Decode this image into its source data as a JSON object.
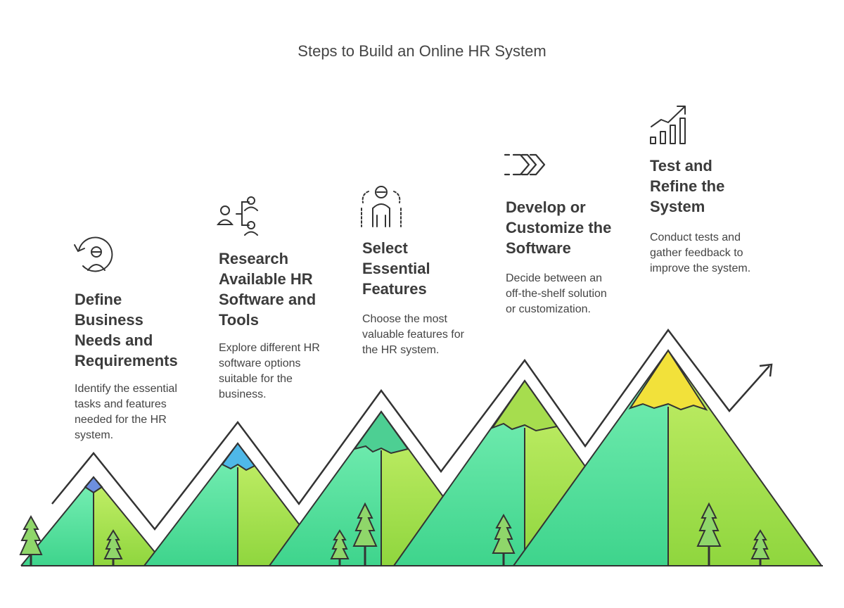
{
  "title": "Steps to Build an Online HR System",
  "steps": [
    {
      "title": "Define\nBusiness\nNeeds and\nRequirements",
      "description": "Identify the essential\ntasks and features\nneeded for the HR\nsystem.",
      "icon": "person-refresh-icon",
      "peak_color": "#6d8fe0"
    },
    {
      "title": "Research\nAvailable HR\nSoftware and\nTools",
      "description": "Explore different HR\nsoftware options\nsuitable for the\nbusiness.",
      "icon": "org-chart-icon",
      "peak_color": "#4fb8e8"
    },
    {
      "title": "Select\nEssential\nFeatures",
      "description": "Choose the most\nvaluable features for\nthe HR system.",
      "icon": "person-selection-icon",
      "peak_color": "#4dcf93"
    },
    {
      "title": "Develop or\nCustomize the\nSoftware",
      "description": "Decide between an\noff-the-shelf solution\nor customization.",
      "icon": "forward-arrows-icon",
      "peak_color": "#a6dd4e"
    },
    {
      "title": "Test and\nRefine the\nSystem",
      "description": "Conduct tests and\ngather feedback to\nimprove the system.",
      "icon": "growth-chart-icon",
      "peak_color": "#f2e13a"
    }
  ],
  "colors": {
    "mountain_left": "#55d99a",
    "mountain_right": "#9ddb4e",
    "outline": "#333333",
    "tree_fill": "#8fd66a"
  }
}
